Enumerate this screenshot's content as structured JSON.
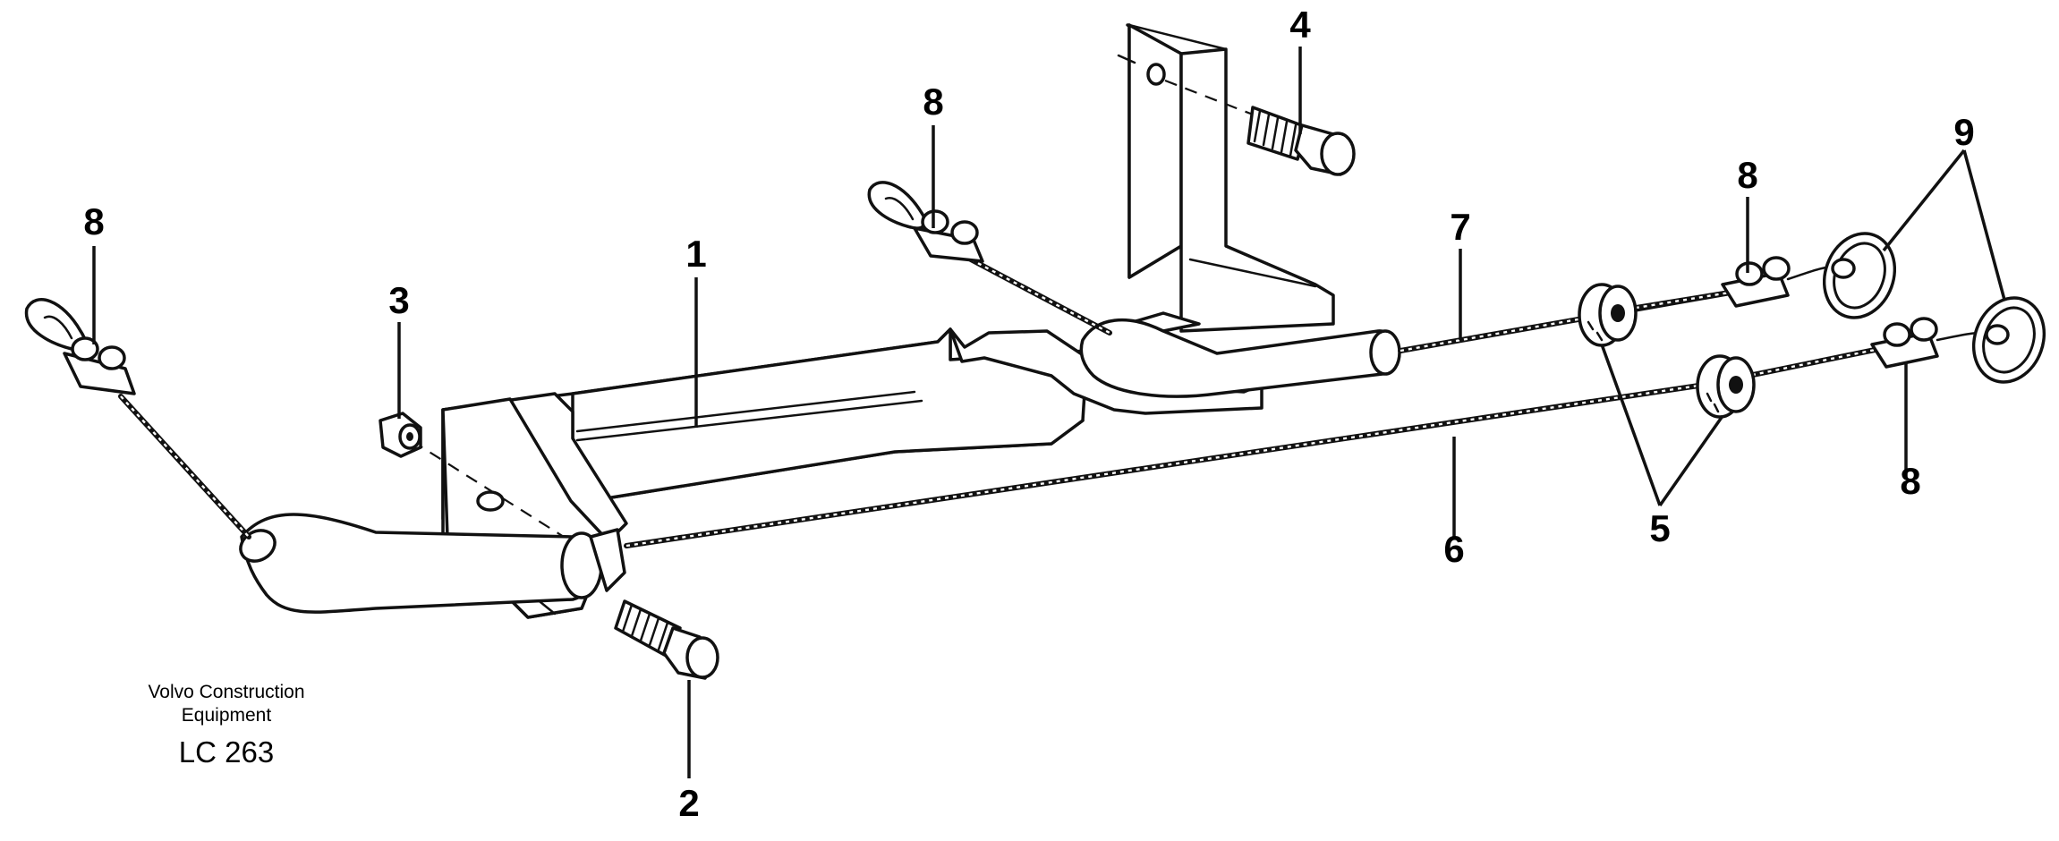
{
  "diagram": {
    "callouts": {
      "c1": "1",
      "c2": "2",
      "c3": "3",
      "c4": "4",
      "c5": "5",
      "c6": "6",
      "c7": "7",
      "c8_left": "8",
      "c8_mid": "8",
      "c8_upper_right": "8",
      "c8_lower_right": "8",
      "c9": "9"
    },
    "caption": {
      "line1": "Volvo Construction",
      "line2": "Equipment",
      "code": "LC 263"
    }
  }
}
